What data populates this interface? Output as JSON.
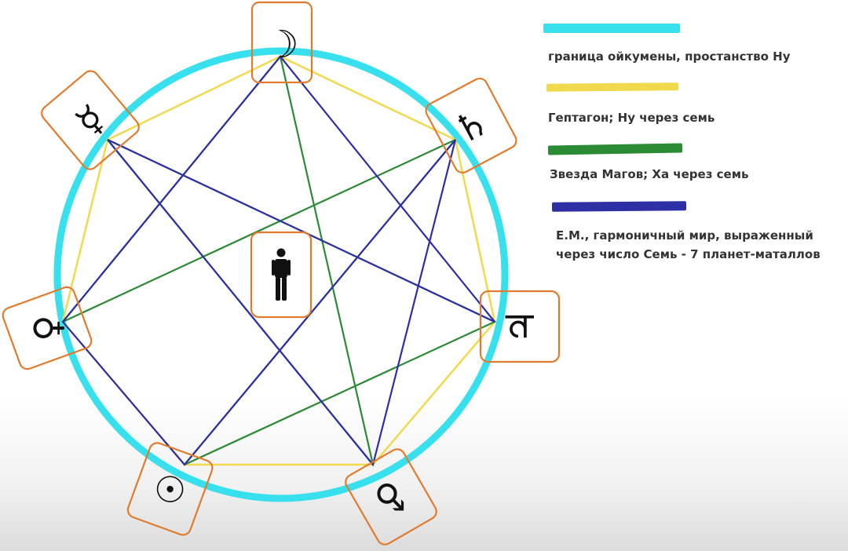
{
  "colors": {
    "oecumene_circle": "#38e0ee",
    "heptagon": "#f1d94e",
    "star_magi": "#2b8a34",
    "em_star": "#2e2fa4",
    "box_border": "#e07b2d",
    "symbol": "#111111"
  },
  "legend": [
    {
      "text": "граница ойкумены, простанство Ну",
      "color": "#38e0ee"
    },
    {
      "text": "Гептагон; Ну через семь",
      "color": "#f1d94e"
    },
    {
      "text": "Звезда Магов; Ха через семь",
      "color": "#2b8a34"
    },
    {
      "text": "Е.М., гармоничный мир, выраженный",
      "text2": "через число Семь - 7 планет-маталлов",
      "color": "#2e2fa4"
    }
  ],
  "planets": [
    {
      "name": "moon",
      "symbol": "☽",
      "icon": "moon-icon"
    },
    {
      "name": "saturn",
      "symbol": "♄",
      "icon": "saturn-icon"
    },
    {
      "name": "jupiter",
      "symbol": "♃",
      "icon": "jupiter-icon"
    },
    {
      "name": "mars",
      "symbol": "♂",
      "icon": "mars-icon"
    },
    {
      "name": "sun",
      "symbol": "☉",
      "icon": "sun-icon"
    },
    {
      "name": "venus",
      "symbol": "♀",
      "icon": "venus-icon"
    },
    {
      "name": "mercury",
      "symbol": "☿",
      "icon": "mercury-icon"
    }
  ],
  "center": {
    "name": "human",
    "icon": "human-figure-icon"
  }
}
